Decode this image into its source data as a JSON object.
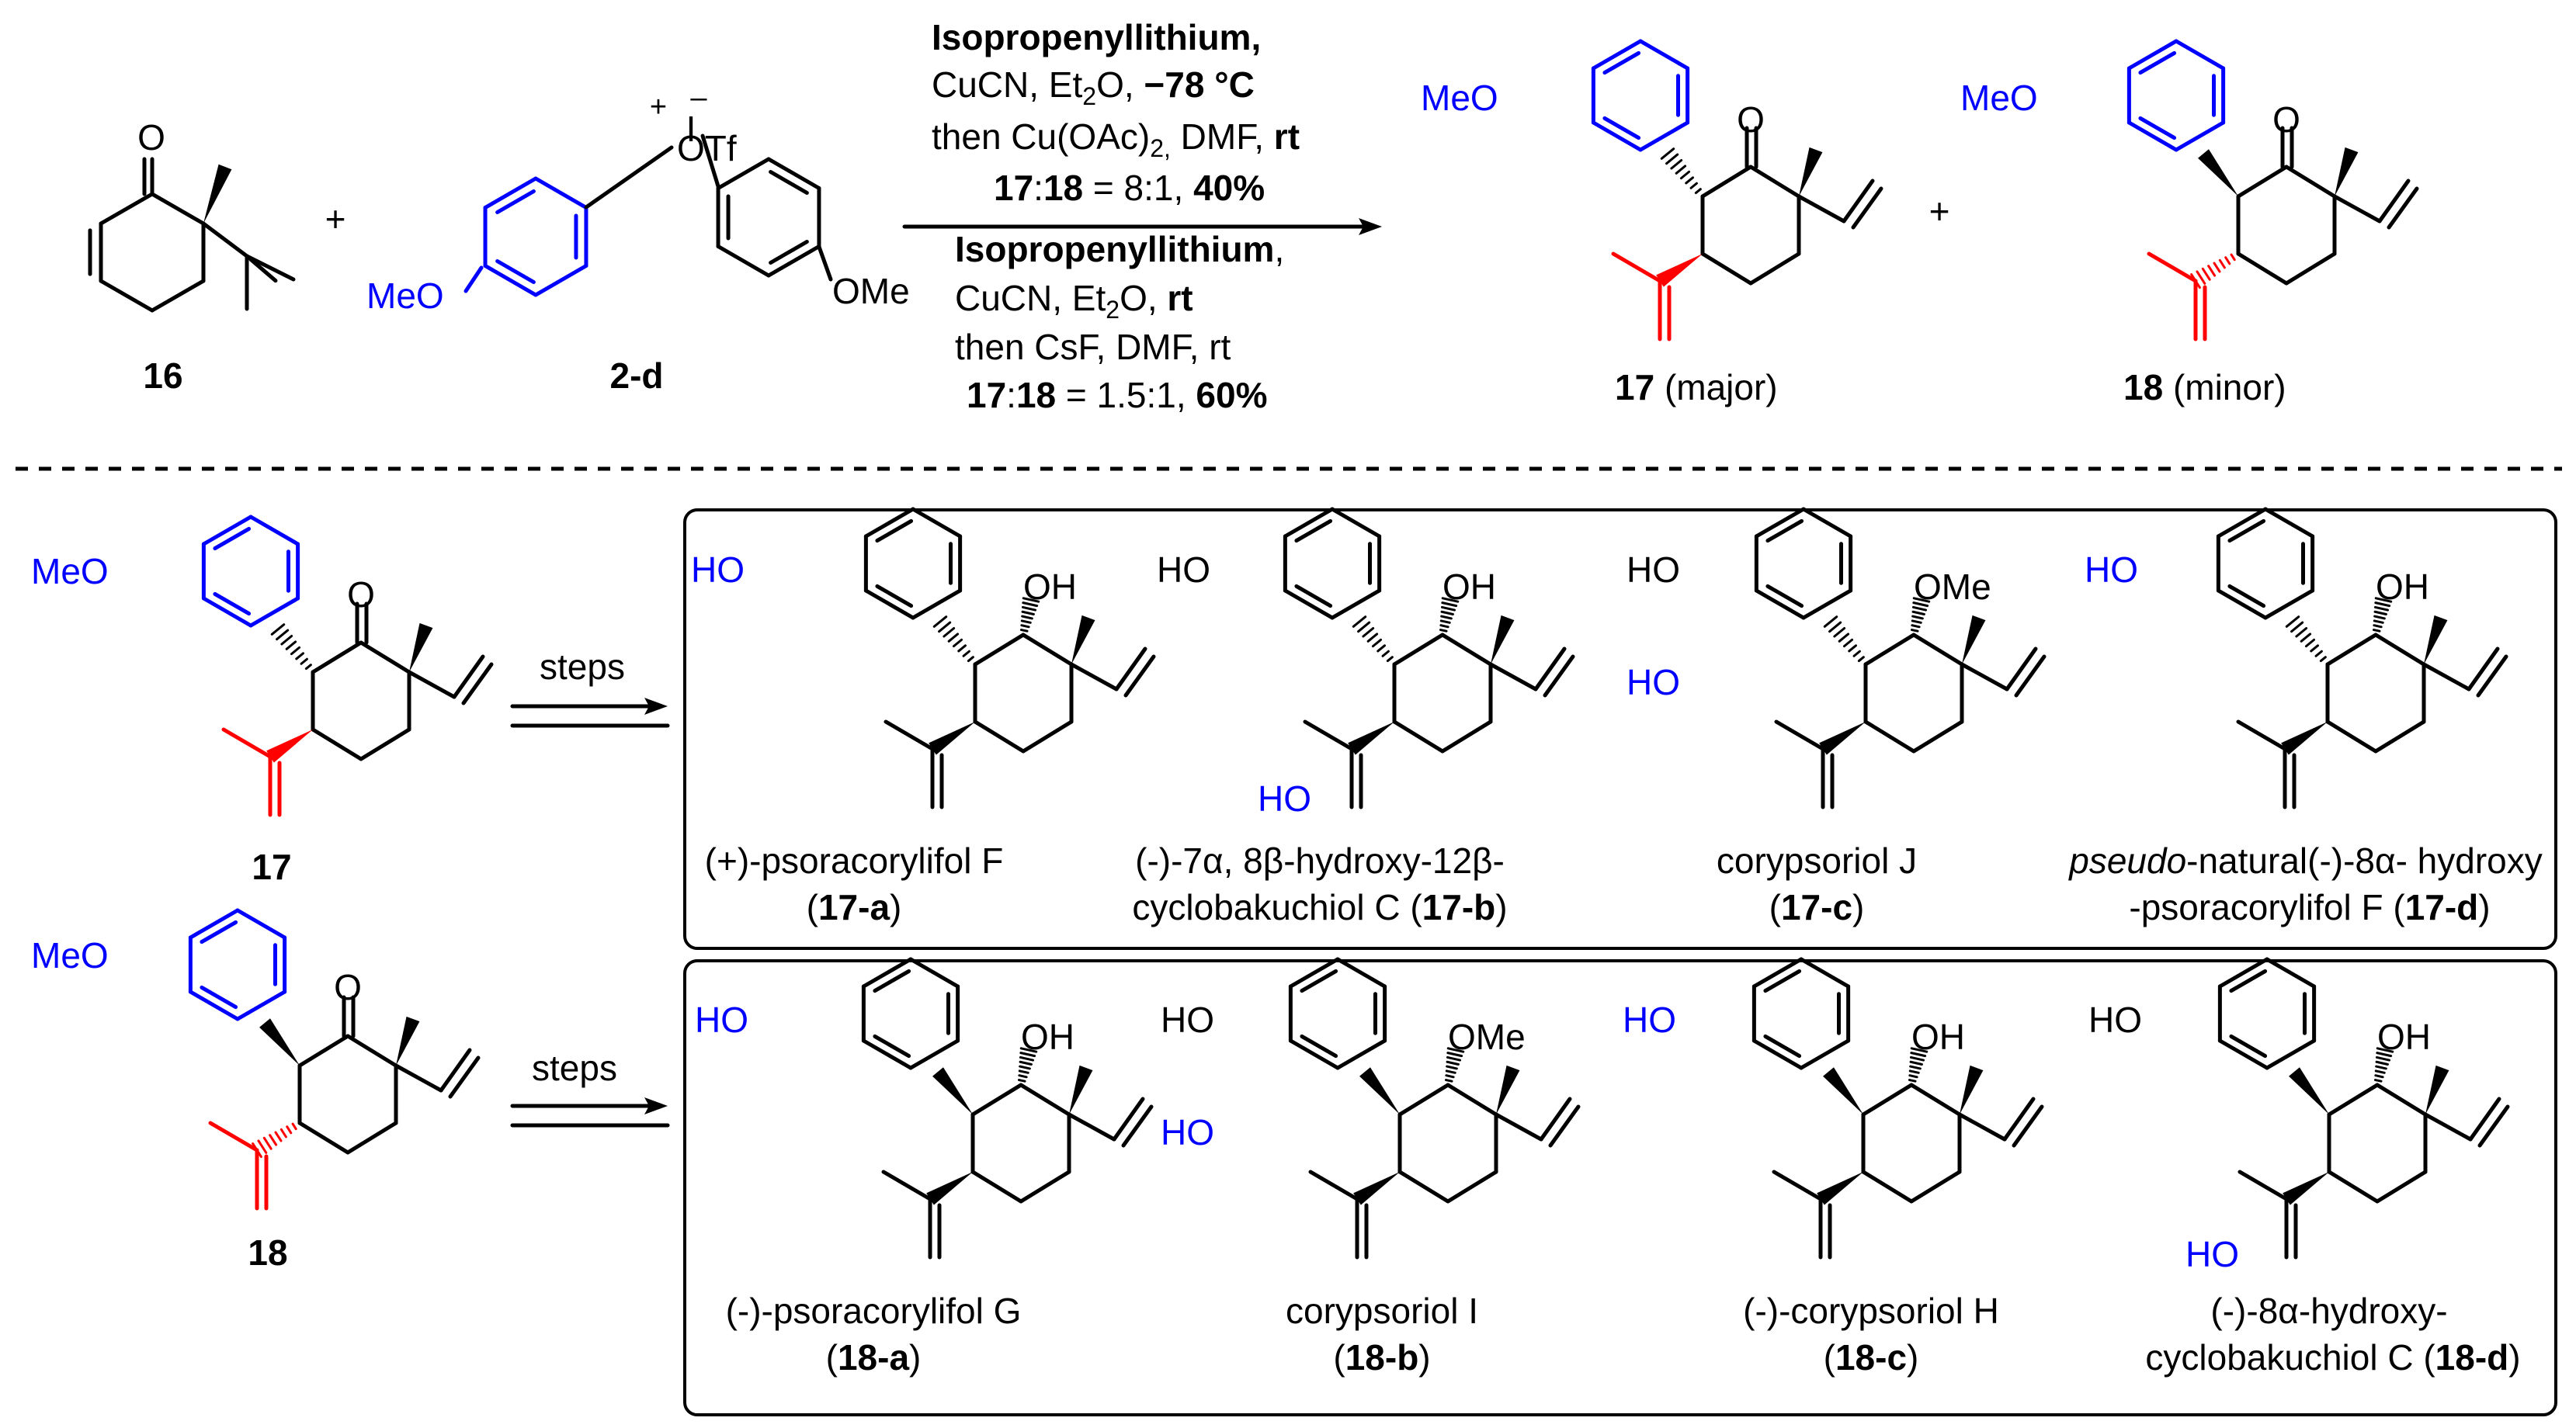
{
  "colors": {
    "black": "#000000",
    "blue": "#0000ff",
    "red": "#ff0000"
  },
  "top": {
    "sm": {
      "number": "16",
      "o": "O"
    },
    "reagent": {
      "number": "2-d",
      "plus_charge": "+",
      "minus_charge": "–",
      "otf": "OTf",
      "iodine": "I",
      "meo": "MeO",
      "ome": "OMe"
    },
    "plus1": "+",
    "plus2": "+",
    "conditions1": {
      "line1": "Isopropenyllithium,",
      "line2a": "CuCN, Et",
      "line2sub": "2",
      "line2b": "O, ",
      "line2temp": "−78 °C",
      "line3a": "then Cu(OAc)",
      "line3sub": "2,",
      "line3b": "  DMF, ",
      "line3rt": "rt",
      "ratio_a": "17",
      "ratio_mid": ":",
      "ratio_b": "18",
      "ratio_rest": " = 8:1, ",
      "yield": "40%"
    },
    "conditions2": {
      "line1a": "Isopropenyllithium",
      "line1b": ",",
      "line2a": "CuCN, Et",
      "line2sub": "2",
      "line2b": "O, ",
      "line2rt": "rt",
      "line3": "then CsF, DMF,  rt",
      "ratio_a": "17",
      "ratio_mid": ":",
      "ratio_b": "18",
      "ratio_rest": " = 1.5:1, ",
      "yield": "60%"
    },
    "p17": {
      "number": "17",
      "tag": " (major)",
      "meo": "MeO",
      "o": "O"
    },
    "p18": {
      "number": "18",
      "tag": " (minor)",
      "meo": "MeO",
      "o": "O"
    }
  },
  "bottom": {
    "s17": {
      "number": "17",
      "meo": "MeO",
      "o": "O",
      "steps": "steps"
    },
    "s18": {
      "number": "18",
      "meo": "MeO",
      "o": "O",
      "steps": "steps"
    },
    "row17": [
      {
        "ho": "HO",
        "oh": "OH",
        "name": "(+)-psoracorylifol F",
        "code": "17-a"
      },
      {
        "ho": "HO",
        "oh": "OH",
        "ho2": "HO",
        "name1": "(-)-7α, 8β-hydroxy-12β-",
        "name2": "cyclobakuchiol C (",
        "code": "17-b"
      },
      {
        "ho": "HO",
        "ho_blue": "HO",
        "ome": "OMe",
        "name": "corypsoriol J",
        "code": "17-c"
      },
      {
        "ho": "HO",
        "oh": "OH",
        "name1_it": "pseudo",
        "name1": "-natural(-)-8α- hydroxy",
        "name2": "-psoracorylifol F (",
        "code": "17-d"
      }
    ],
    "row18": [
      {
        "ho": "HO",
        "oh": "OH",
        "name": "(-)-psoracorylifol G",
        "code": "18-a"
      },
      {
        "ho": "HO",
        "ho_blue": "HO",
        "ome": "OMe",
        "name": "corypsoriol I",
        "code": "18-b"
      },
      {
        "ho": "HO",
        "oh": "OH",
        "name": "(-)-corypsoriol H",
        "code": "18-c"
      },
      {
        "ho": "HO",
        "oh": "OH",
        "ho2": "HO",
        "name1": "(-)-8α-hydroxy-",
        "name2": "cyclobakuchiol C (",
        "code": "18-d"
      }
    ]
  }
}
